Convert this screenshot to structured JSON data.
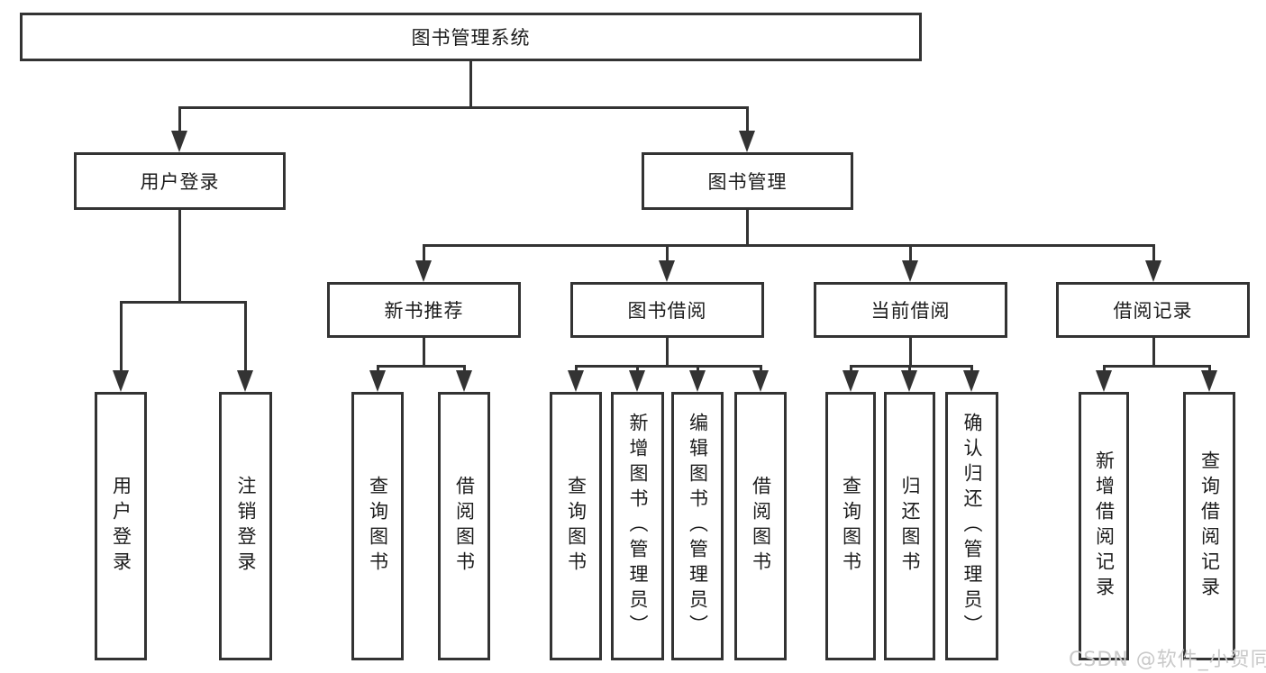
{
  "tree": {
    "label": "图书管理系统",
    "children": [
      {
        "label": "用户登录",
        "children": [
          {
            "label": "用户登录"
          },
          {
            "label": "注销登录"
          }
        ]
      },
      {
        "label": "图书管理",
        "children": [
          {
            "label": "新书推荐",
            "children": [
              {
                "label": "查询图书"
              },
              {
                "label": "借阅图书"
              }
            ]
          },
          {
            "label": "图书借阅",
            "children": [
              {
                "label": "查询图书"
              },
              {
                "label": "新增图书（管理员）"
              },
              {
                "label": "编辑图书（管理员）"
              },
              {
                "label": "借阅图书"
              }
            ]
          },
          {
            "label": "当前借阅",
            "children": [
              {
                "label": "查询图书"
              },
              {
                "label": "归还图书"
              },
              {
                "label": "确认归还（管理员）"
              }
            ]
          },
          {
            "label": "借阅记录",
            "children": [
              {
                "label": "新增借阅记录"
              },
              {
                "label": "查询借阅记录"
              }
            ]
          }
        ]
      }
    ]
  },
  "watermark": {
    "text": "CSDN @软件_小贺同学"
  },
  "colors": {
    "line": "#333333",
    "background": "#ffffff",
    "text": "#1c1c1c",
    "watermark": "#c9c9c9"
  }
}
